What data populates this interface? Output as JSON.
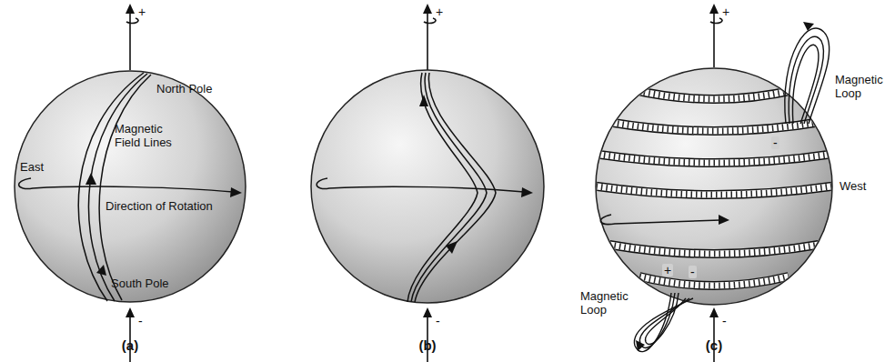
{
  "diagram": {
    "labels": [
      "+",
      "North Pole",
      "Magnetic Field Lines",
      "East",
      "Direction of Rotation",
      "South Pole",
      "-",
      "(a)",
      "+",
      "-",
      "(b)",
      "+",
      "Magnetic Loop",
      "-",
      "West",
      "+",
      "-",
      "Magnetic Loop",
      "-",
      "(c)"
    ]
  }
}
